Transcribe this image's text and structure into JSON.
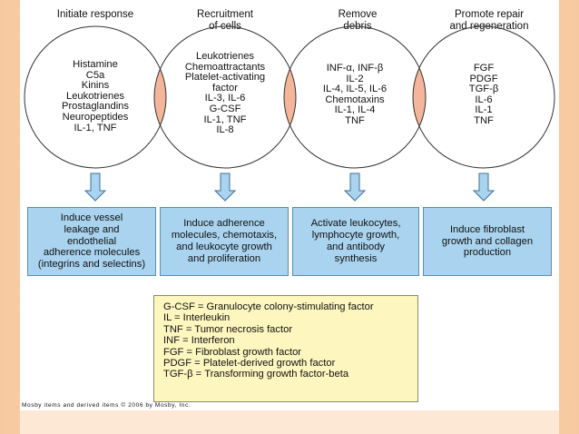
{
  "headers": [
    {
      "line1": "Initiate response",
      "line2": ""
    },
    {
      "line1": "Recruitment",
      "line2": "of cells"
    },
    {
      "line1": "Remove",
      "line2": "debris"
    },
    {
      "line1": "Promote repair",
      "line2": "and  regeneration"
    }
  ],
  "circles": [
    {
      "lines": [
        "Histamine",
        "C5a",
        "Kinins",
        "Leukotrienes",
        "Prostaglandins",
        "Neuropeptides",
        "IL-1, TNF"
      ]
    },
    {
      "lines": [
        "Leukotrienes",
        "Chemoattractants",
        "Platelet-activating",
        "factor",
        "IL-3, IL-6",
        "G-CSF",
        "IL-1, TNF",
        "IL-8"
      ]
    },
    {
      "lines": [
        "INF-α, INF-β",
        "IL-2",
        "IL-4, IL-5, IL-6",
        "Chemotaxins",
        "IL-1, IL-4",
        "TNF"
      ]
    },
    {
      "lines": [
        "FGF",
        "PDGF",
        "TGF-β",
        "IL-6",
        "IL-1",
        "TNF"
      ]
    }
  ],
  "results": [
    {
      "lines": [
        "Induce vessel",
        "leakage and",
        "endothelial",
        "adherence molecules",
        "(integrins and selectins)"
      ]
    },
    {
      "lines": [
        "Induce adherence",
        "molecules, chemotaxis,",
        "and leukocyte growth",
        "and proliferation"
      ]
    },
    {
      "lines": [
        "Activate leukocytes,",
        "lymphocyte growth,",
        "and antibody",
        "synthesis"
      ]
    },
    {
      "lines": [
        "Induce fibroblast",
        "growth and collagen",
        "production"
      ]
    }
  ],
  "legend": [
    "G-CSF = Granulocyte colony-stimulating factor",
    "IL = Interleukin",
    "TNF = Tumor necrosis factor",
    "INF = Interferon",
    "FGF = Fibroblast growth factor",
    "PDGF = Platelet-derived growth factor",
    "TGF-β = Transforming growth factor-beta"
  ],
  "copyright": "Mosby items and derived items © 2006 by Mosby, Inc.",
  "colors": {
    "circle_overlap": "#f4b59a",
    "result_box": "#a9d3ee",
    "arrow": "#a9d3ee",
    "legend_bg": "#fdf6bf"
  }
}
